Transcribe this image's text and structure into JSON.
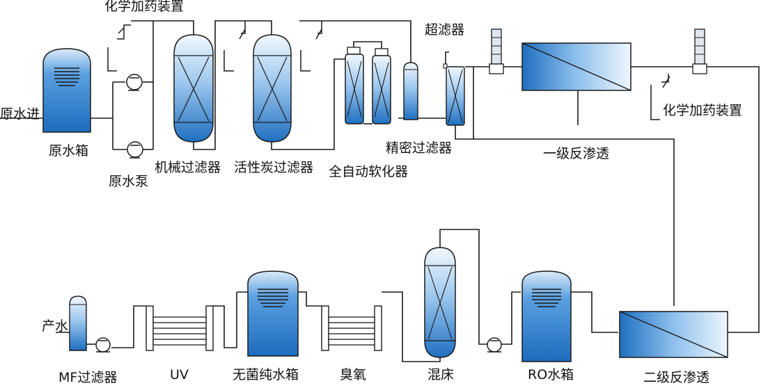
{
  "labels": {
    "chem_dosing_top": "化学加药装置",
    "raw_water_in": "原水进",
    "raw_water_tank": "原水箱",
    "raw_water_pump": "原水泵",
    "mechanical_filter": "机械过滤器",
    "activated_carbon_filter": "活性炭过滤器",
    "auto_softener": "全自动软化器",
    "precision_filter": "精密过滤器",
    "ultrafilter": "超滤器",
    "ro_stage1": "一级反渗透",
    "chem_dosing_right": "化学加药装置",
    "ro_stage2": "二级反渗透",
    "ro_water_tank": "RO水箱",
    "mixed_bed": "混床",
    "ozone": "臭氧",
    "sterile_pure_water_tank": "无菌纯水箱",
    "uv": "UV",
    "mf_filter": "MF过滤器",
    "product_water": "产水"
  },
  "colors": {
    "vessel_blue_dark": "#1f6fc0",
    "vessel_blue_light": "#e8f2fb",
    "line": "#1a1a1a"
  }
}
